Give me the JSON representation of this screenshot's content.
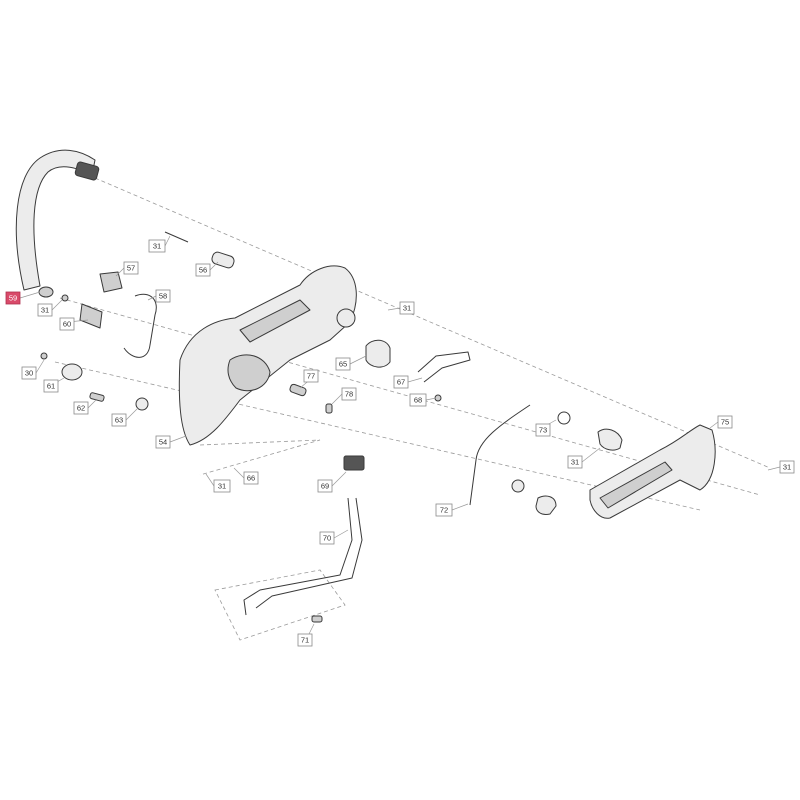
{
  "callouts": [
    {
      "id": "c59",
      "label": "59",
      "active": true
    },
    {
      "id": "c31a",
      "label": "31"
    },
    {
      "id": "c57",
      "label": "57"
    },
    {
      "id": "c56",
      "label": "56"
    },
    {
      "id": "c58",
      "label": "58"
    },
    {
      "id": "c31b",
      "label": "31"
    },
    {
      "id": "c60",
      "label": "60"
    },
    {
      "id": "c31c",
      "label": "31"
    },
    {
      "id": "c30",
      "label": "30"
    },
    {
      "id": "c61",
      "label": "61"
    },
    {
      "id": "c62",
      "label": "62"
    },
    {
      "id": "c63",
      "label": "63"
    },
    {
      "id": "c65",
      "label": "65"
    },
    {
      "id": "c67",
      "label": "67"
    },
    {
      "id": "c77",
      "label": "77"
    },
    {
      "id": "c78",
      "label": "78"
    },
    {
      "id": "c68",
      "label": "68"
    },
    {
      "id": "c54",
      "label": "54"
    },
    {
      "id": "c73",
      "label": "73"
    },
    {
      "id": "c75",
      "label": "75"
    },
    {
      "id": "c31d",
      "label": "31"
    },
    {
      "id": "c31e",
      "label": "31"
    },
    {
      "id": "c66",
      "label": "66"
    },
    {
      "id": "c31f",
      "label": "31"
    },
    {
      "id": "c69",
      "label": "69"
    },
    {
      "id": "c72",
      "label": "72"
    },
    {
      "id": "c70",
      "label": "70"
    },
    {
      "id": "c71",
      "label": "71"
    }
  ],
  "colors": {
    "highlight": "#d94a6a",
    "line": "#3a3a3a",
    "dash": "#9a9a9a"
  }
}
